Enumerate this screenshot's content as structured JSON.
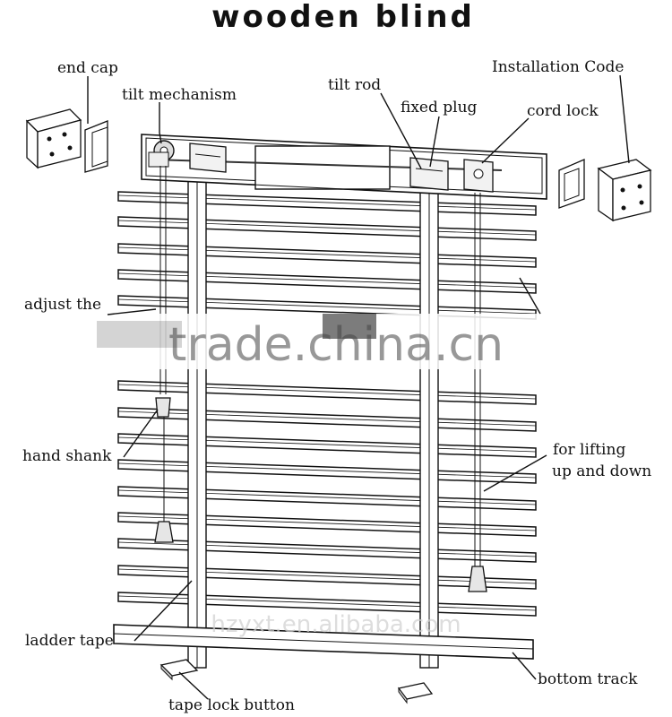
{
  "title": "wooden blind",
  "labels": {
    "end_cap": "end cap",
    "tilt_mechanism": "tilt mechanism",
    "tilt_rod": "tilt rod",
    "fixed_plug": "fixed plug",
    "cord_lock": "cord lock",
    "installation_code": "Installation Code",
    "adjust_the": "adjust the",
    "hand_shank": "hand shank",
    "for_lifting_1": "for lifting",
    "for_lifting_2": "up and down",
    "ladder_tape": "ladder tape",
    "bottom_track": "bottom track",
    "tape_lock_button": "tape lock button"
  },
  "watermarks": {
    "main": "trade.china.cn",
    "secondary": "hzyxt.en.alibaba.com"
  }
}
